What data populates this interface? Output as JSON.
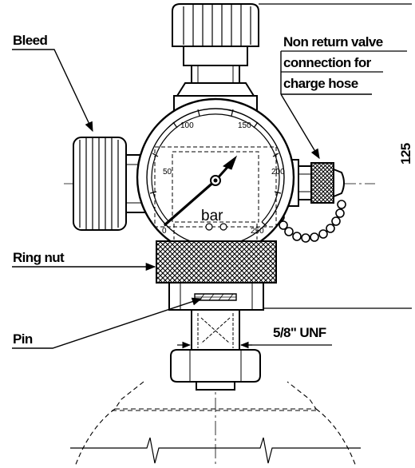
{
  "labels": {
    "bleed": "Bleed",
    "non_return_line1": "Non return valve",
    "non_return_line2": "connection for",
    "non_return_line3": "charge hose",
    "ring_nut": "Ring nut",
    "pin": "Pin",
    "thread": "5/8\" UNF",
    "dimension": "125"
  },
  "gauge": {
    "unit": "bar",
    "ticks": [
      "0",
      "50",
      "100",
      "150",
      "200",
      "250"
    ]
  },
  "colors": {
    "line": "#000000",
    "background": "#ffffff"
  }
}
